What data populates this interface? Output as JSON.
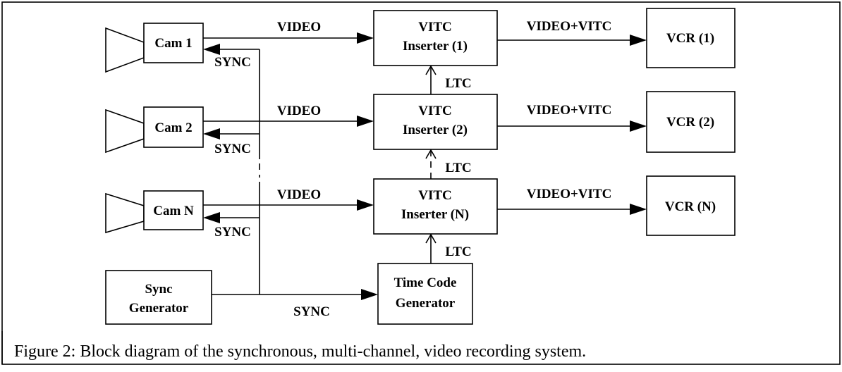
{
  "cameras": [
    {
      "label": "Cam 1",
      "video_label": "VIDEO",
      "sync_label": "SYNC"
    },
    {
      "label": "Cam 2",
      "video_label": "VIDEO",
      "sync_label": "SYNC"
    },
    {
      "label": "Cam N",
      "video_label": "VIDEO",
      "sync_label": "SYNC"
    }
  ],
  "inserters": [
    {
      "line1": "VITC",
      "line2": "Inserter (1)",
      "out_label": "VIDEO+VITC"
    },
    {
      "line1": "VITC",
      "line2": "Inserter (2)",
      "out_label": "VIDEO+VITC"
    },
    {
      "line1": "VITC",
      "line2": "Inserter (N)",
      "out_label": "VIDEO+VITC"
    }
  ],
  "vcrs": [
    "VCR (1)",
    "VCR (2)",
    "VCR (N)"
  ],
  "ltc_labels": [
    "LTC",
    "LTC",
    "LTC"
  ],
  "sync_generator": {
    "line1": "Sync",
    "line2": "Generator"
  },
  "time_code_generator": {
    "line1": "Time Code",
    "line2": "Generator"
  },
  "sync_generator_output_label": "SYNC",
  "caption": "Figure 2: Block diagram of the synchronous, multi-channel, video recording system."
}
